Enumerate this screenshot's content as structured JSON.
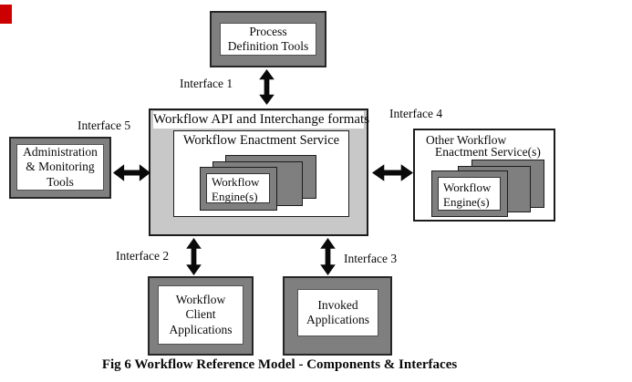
{
  "caption": "Fig 6 Workflow Reference Model - Components & Interfaces",
  "labels": {
    "interface_1": "Interface 1",
    "interface_2": "Interface 2",
    "interface_3": "Interface 3",
    "interface_4": "Interface 4",
    "interface_5": "Interface 5"
  },
  "boxes": {
    "process_definition_tools": {
      "lines": [
        "Process",
        "Definition Tools"
      ]
    },
    "admin_monitoring_tools": {
      "lines": [
        "Administration",
        "& Monitoring",
        "Tools"
      ]
    },
    "workflow_client_applications": {
      "lines": [
        "Workflow",
        "Client",
        "Applications"
      ]
    },
    "invoked_applications": {
      "lines": [
        "Invoked",
        "Applications"
      ]
    },
    "other_enactment_service": {
      "lines": [
        "Other Workflow",
        "Enactment Service(s)"
      ]
    }
  },
  "center": {
    "api_band": "Workflow API and Interchange formats",
    "enactment_title": "Workflow Enactment Service",
    "engine": {
      "lines": [
        "Workflow",
        "Engine(s)"
      ]
    }
  },
  "right_engine": {
    "lines": [
      "Workflow",
      "Engine(s)"
    ]
  },
  "icons": {
    "vertical_connector": "double-arrow-vertical-icon",
    "horizontal_connector": "double-arrow-horizontal-icon"
  },
  "colors": {
    "frame_gray": "#7f7f7f",
    "panel_gray": "#c8c8c8",
    "engine_gray": "#7f7f7f",
    "border_black": "#1c1c1c",
    "arrow_black": "#0a0a0a",
    "marker_red": "#cc0000",
    "background": "#ffffff"
  }
}
